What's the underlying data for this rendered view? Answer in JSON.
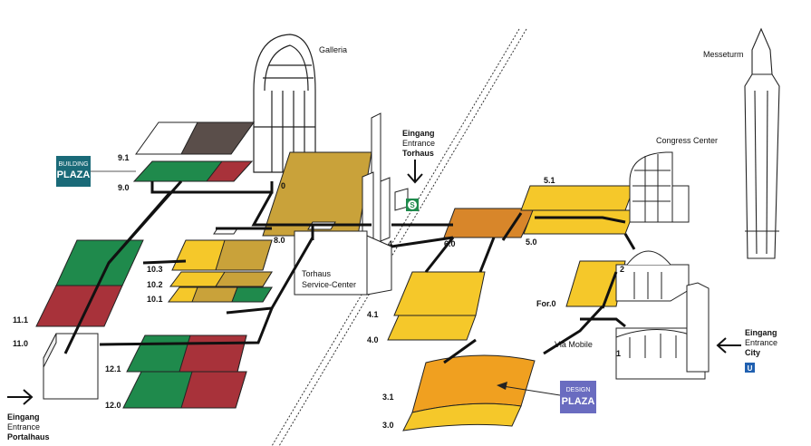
{
  "colors": {
    "green": "#1f8a4c",
    "red": "#a8323a",
    "yellow": "#f5c82a",
    "gold": "#c9a23a",
    "orange": "#f0a020",
    "darkorange": "#d8862a",
    "gray": "#5a4e4a",
    "teal": "#1a6a78",
    "violet": "#6a6cc0",
    "path": "#111111"
  },
  "buildings": {
    "galleria": "Galleria",
    "messeturm": "Messeturm",
    "congress_center": "Congress Center"
  },
  "halls": {
    "h9_1": "9.1",
    "h9_0": "9.0",
    "h0": "0",
    "h8_0": "8.0",
    "h10_3": "10.3",
    "h10_2": "10.2",
    "h10_1": "10.1",
    "h11_1": "11.1",
    "h11_0": "11.0",
    "h12_1": "12.1",
    "h12_0": "12.0",
    "h6_0": "6.0",
    "h5_1": "5.1",
    "h5_0": "5.0",
    "h4_1": "4.1",
    "h4_0": "4.0",
    "h3_1": "3.1",
    "h3_0": "3.0",
    "h2": "2",
    "h1": "1",
    "h4": "4",
    "for0": "For.0"
  },
  "badges": {
    "building_plaza_top": "BUILDING",
    "building_plaza_bottom": "PLAZA",
    "design_plaza_top": "DESIGN",
    "design_plaza_bottom": "PLAZA",
    "s_bahn": "S",
    "u_bahn": "U"
  },
  "entrances": {
    "torhaus": {
      "l1": "Eingang",
      "l2": "Entrance",
      "l3": "Torhaus"
    },
    "portalhaus": {
      "l1": "Eingang",
      "l2": "Entrance",
      "l3": "Portalhaus"
    },
    "city": {
      "l1": "Eingang",
      "l2": "Entrance",
      "l3": "City"
    }
  },
  "service": {
    "l1": "Torhaus",
    "l2": "Service-Center"
  },
  "via_mobile": "Via Mobile"
}
